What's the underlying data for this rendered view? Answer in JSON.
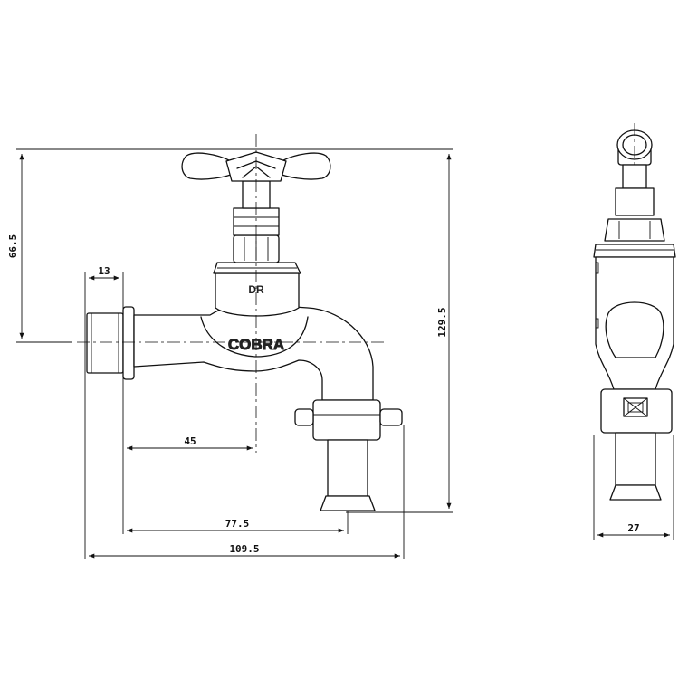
{
  "dimensions": {
    "height_to_handle": "66.5",
    "inlet_length": "13",
    "total_height": "129.5",
    "axis_offset": "45",
    "spout_offset": "77.5",
    "total_length": "109.5",
    "side_width": "27"
  },
  "markings": {
    "bonnet": "DR",
    "body": "COBRA"
  }
}
